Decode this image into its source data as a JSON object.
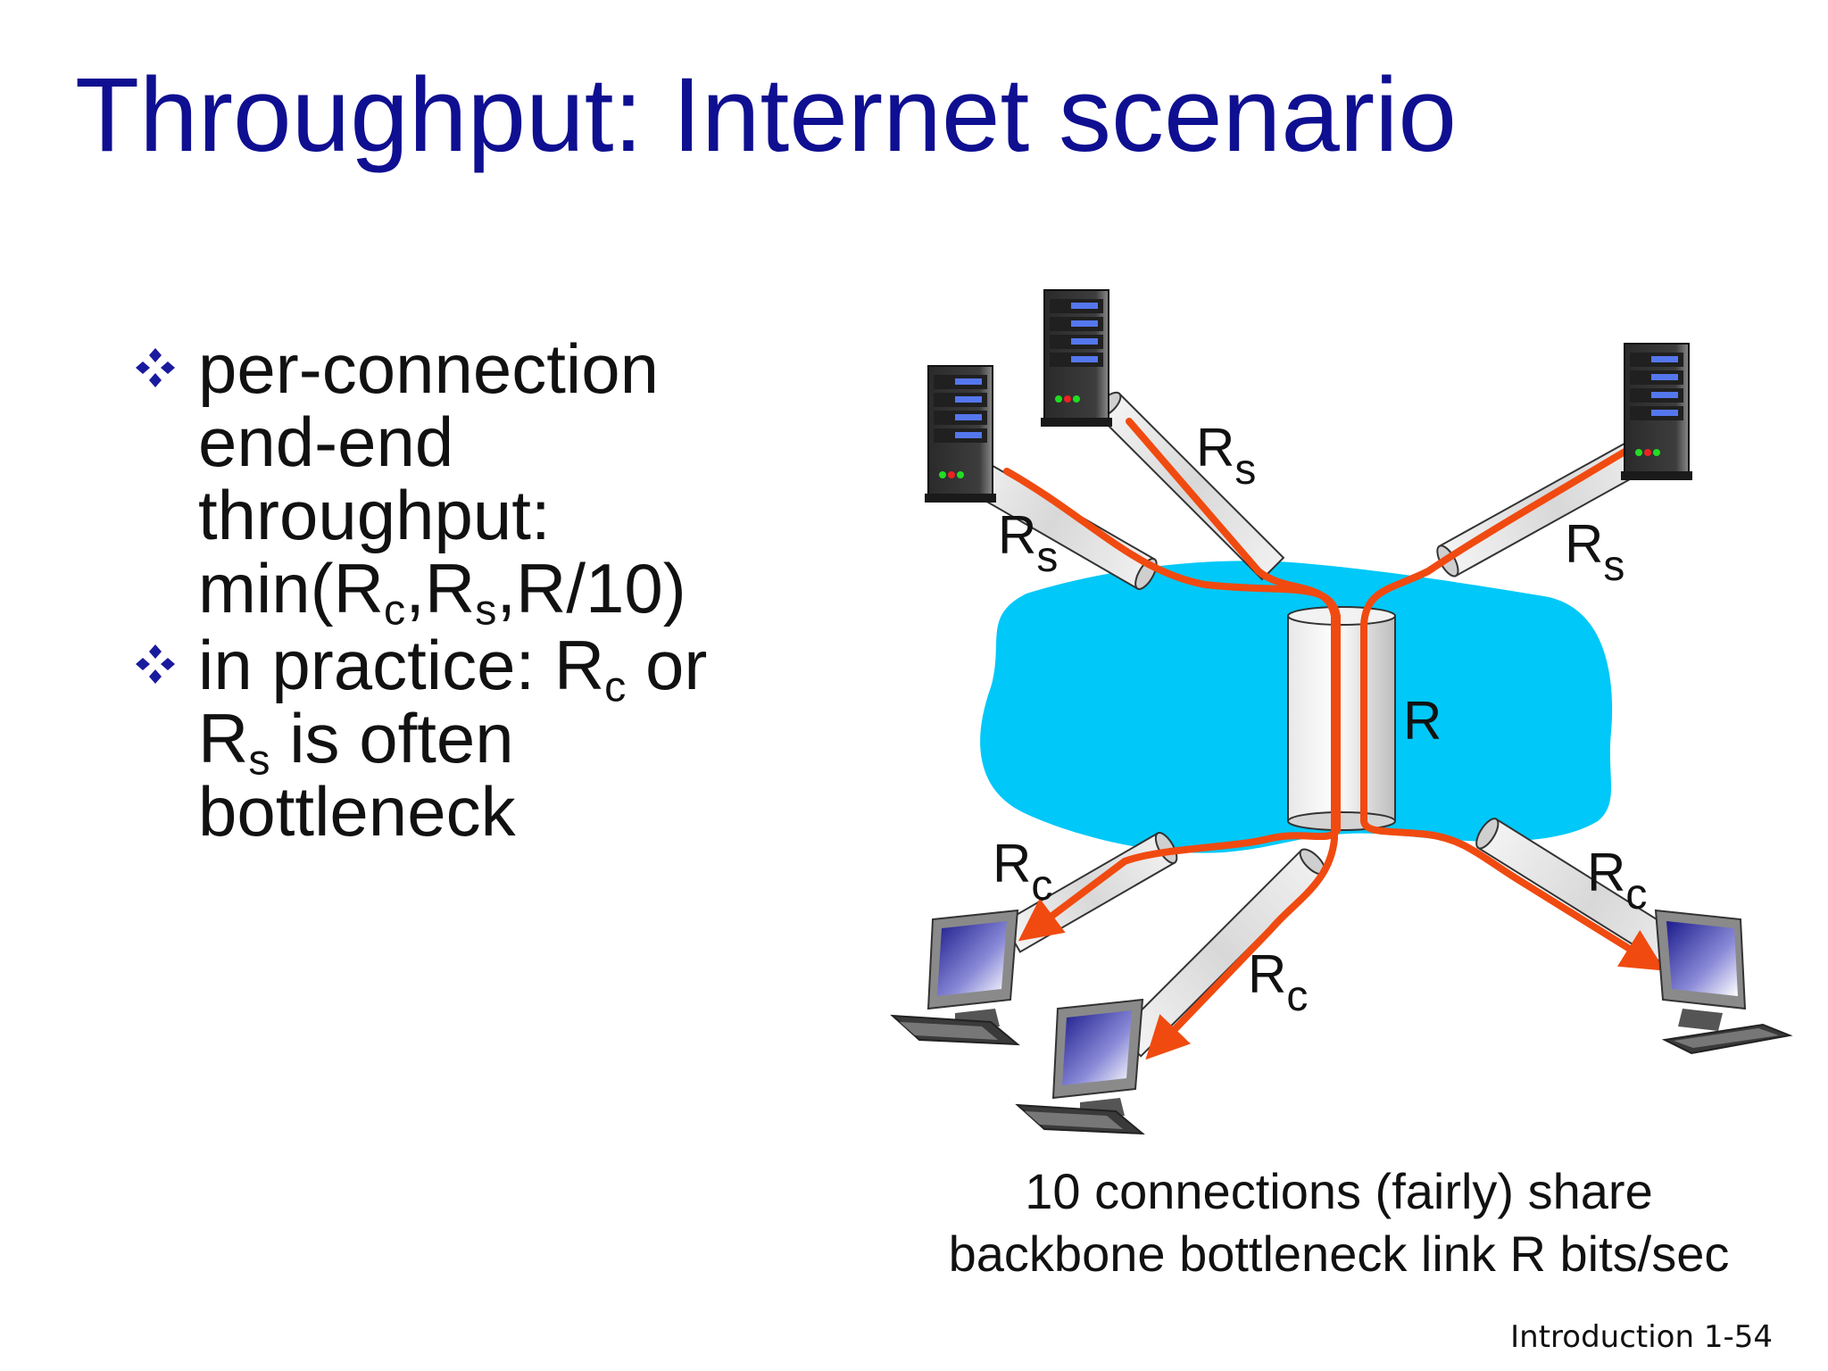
{
  "slide": {
    "title": "Throughput: Internet scenario",
    "footer": "Introduction 1-54"
  },
  "bullets": [
    {
      "lines": [
        {
          "parts": [
            {
              "t": "per-connection"
            }
          ]
        },
        {
          "parts": [
            {
              "t": "end-end"
            }
          ]
        },
        {
          "parts": [
            {
              "t": "throughput:"
            }
          ]
        },
        {
          "parts": [
            {
              "t": "min(R"
            },
            {
              "t": "c",
              "sub": true
            },
            {
              "t": ",R"
            },
            {
              "t": "s",
              "sub": true
            },
            {
              "t": ",R/10)"
            }
          ]
        }
      ]
    },
    {
      "lines": [
        {
          "parts": [
            {
              "t": "in practice: R"
            },
            {
              "t": "c",
              "sub": true
            },
            {
              "t": " or"
            }
          ]
        },
        {
          "parts": [
            {
              "t": "R"
            },
            {
              "t": "s",
              "sub": true
            },
            {
              "t": " is often"
            }
          ]
        },
        {
          "parts": [
            {
              "t": "bottleneck"
            }
          ]
        }
      ]
    }
  ],
  "diagram": {
    "link_labels": {
      "server_link_left": {
        "base": "R",
        "sub": "s"
      },
      "server_link_top": {
        "base": "R",
        "sub": "s"
      },
      "server_link_right": {
        "base": "R",
        "sub": "s"
      },
      "backbone_link": {
        "base": "R",
        "sub": ""
      },
      "client_link_left": {
        "base": "R",
        "sub": "c"
      },
      "client_link_middle": {
        "base": "R",
        "sub": "c"
      },
      "client_link_right": {
        "base": "R",
        "sub": "c"
      }
    },
    "caption_line1": "10 connections (fairly) share",
    "caption_line2": "backbone bottleneck link R bits/sec",
    "colors": {
      "title": "#0f0f91",
      "network_cloud": "#00c8f8",
      "flow": "#f04a10",
      "bullet_mark": "#1a1a9e"
    }
  }
}
